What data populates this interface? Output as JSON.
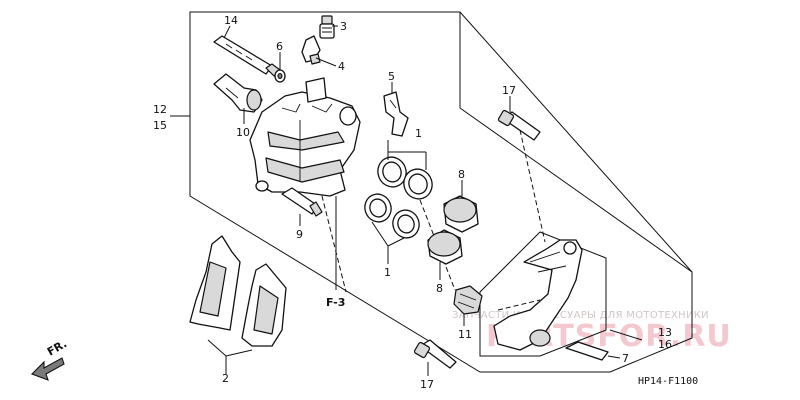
{
  "labels": {
    "p14": "14",
    "p3": "3",
    "p6": "6",
    "p4": "4",
    "p12": "12",
    "p15": "15",
    "p10": "10",
    "p5": "5",
    "p1a": "1",
    "p8a": "8",
    "p9": "9",
    "p1b": "1",
    "p8b": "8",
    "p11": "11",
    "p17a": "17",
    "p17b": "17",
    "p13": "13",
    "p16": "16",
    "p7": "7",
    "p2": "2",
    "f3": "F-3",
    "fr": "FR."
  },
  "code": "HP14-F1100",
  "watermark": {
    "line1": "ЗАПЧАСТИ И АКСЕССУАРЫ ДЛЯ МОТОТЕХНИКИ",
    "line2": "PARTSFOR.RU"
  }
}
